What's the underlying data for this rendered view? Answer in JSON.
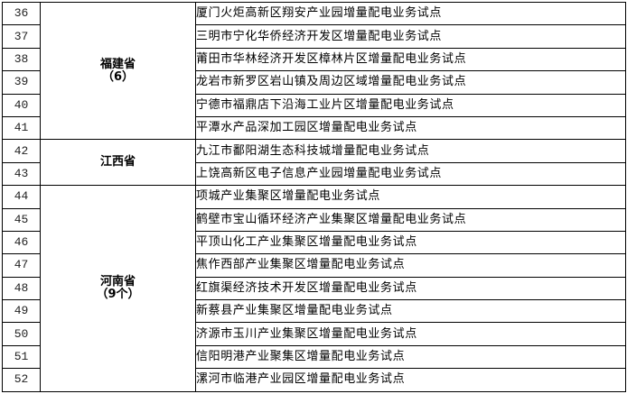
{
  "table": {
    "groups": [
      {
        "province": "福建省",
        "count": "（6）",
        "rows": [
          {
            "no": "36",
            "name": "厦门火炬高新区翔安产业园增量配电业务试点"
          },
          {
            "no": "37",
            "name": "三明市宁化华侨经济开发区增量配电业务试点"
          },
          {
            "no": "38",
            "name": "莆田市华林经济开发区樟林片区增量配电业务试点"
          },
          {
            "no": "39",
            "name": "龙岩市新罗区岩山镇及周边区域增量配电业务试点"
          },
          {
            "no": "40",
            "name": "宁德市福鼎店下沿海工业片区增量配电业务试点"
          },
          {
            "no": "41",
            "name": "平潭水产品深加工园区增量配电业务试点"
          }
        ]
      },
      {
        "province": "江西省",
        "count": "",
        "rows": [
          {
            "no": "42",
            "name": "九江市鄱阳湖生态科技城增量配电业务试点"
          },
          {
            "no": "43",
            "name": "上饶高新区电子信息产业园增量配电业务试点"
          }
        ]
      },
      {
        "province": "河南省",
        "count": "（9个）",
        "rows": [
          {
            "no": "44",
            "name": "项城产业集聚区增量配电业务试点"
          },
          {
            "no": "45",
            "name": "鹤壁市宝山循环经济产业集聚区增量配电业务试点"
          },
          {
            "no": "46",
            "name": "平顶山化工产业集聚区增量配电业务试点"
          },
          {
            "no": "47",
            "name": "焦作西部产业集聚区增量配电业务试点"
          },
          {
            "no": "48",
            "name": "红旗渠经济技术开发区增量配电业务试点"
          },
          {
            "no": "49",
            "name": "新蔡县产业集聚区增量配电业务试点"
          },
          {
            "no": "50",
            "name": "济源市玉川产业集聚区增量配电业务试点"
          },
          {
            "no": "51",
            "name": "信阳明港产业聚集区增量配电业务试点"
          },
          {
            "no": "52",
            "name": "漯河市临港产业园区增量配电业务试点"
          }
        ]
      }
    ]
  }
}
